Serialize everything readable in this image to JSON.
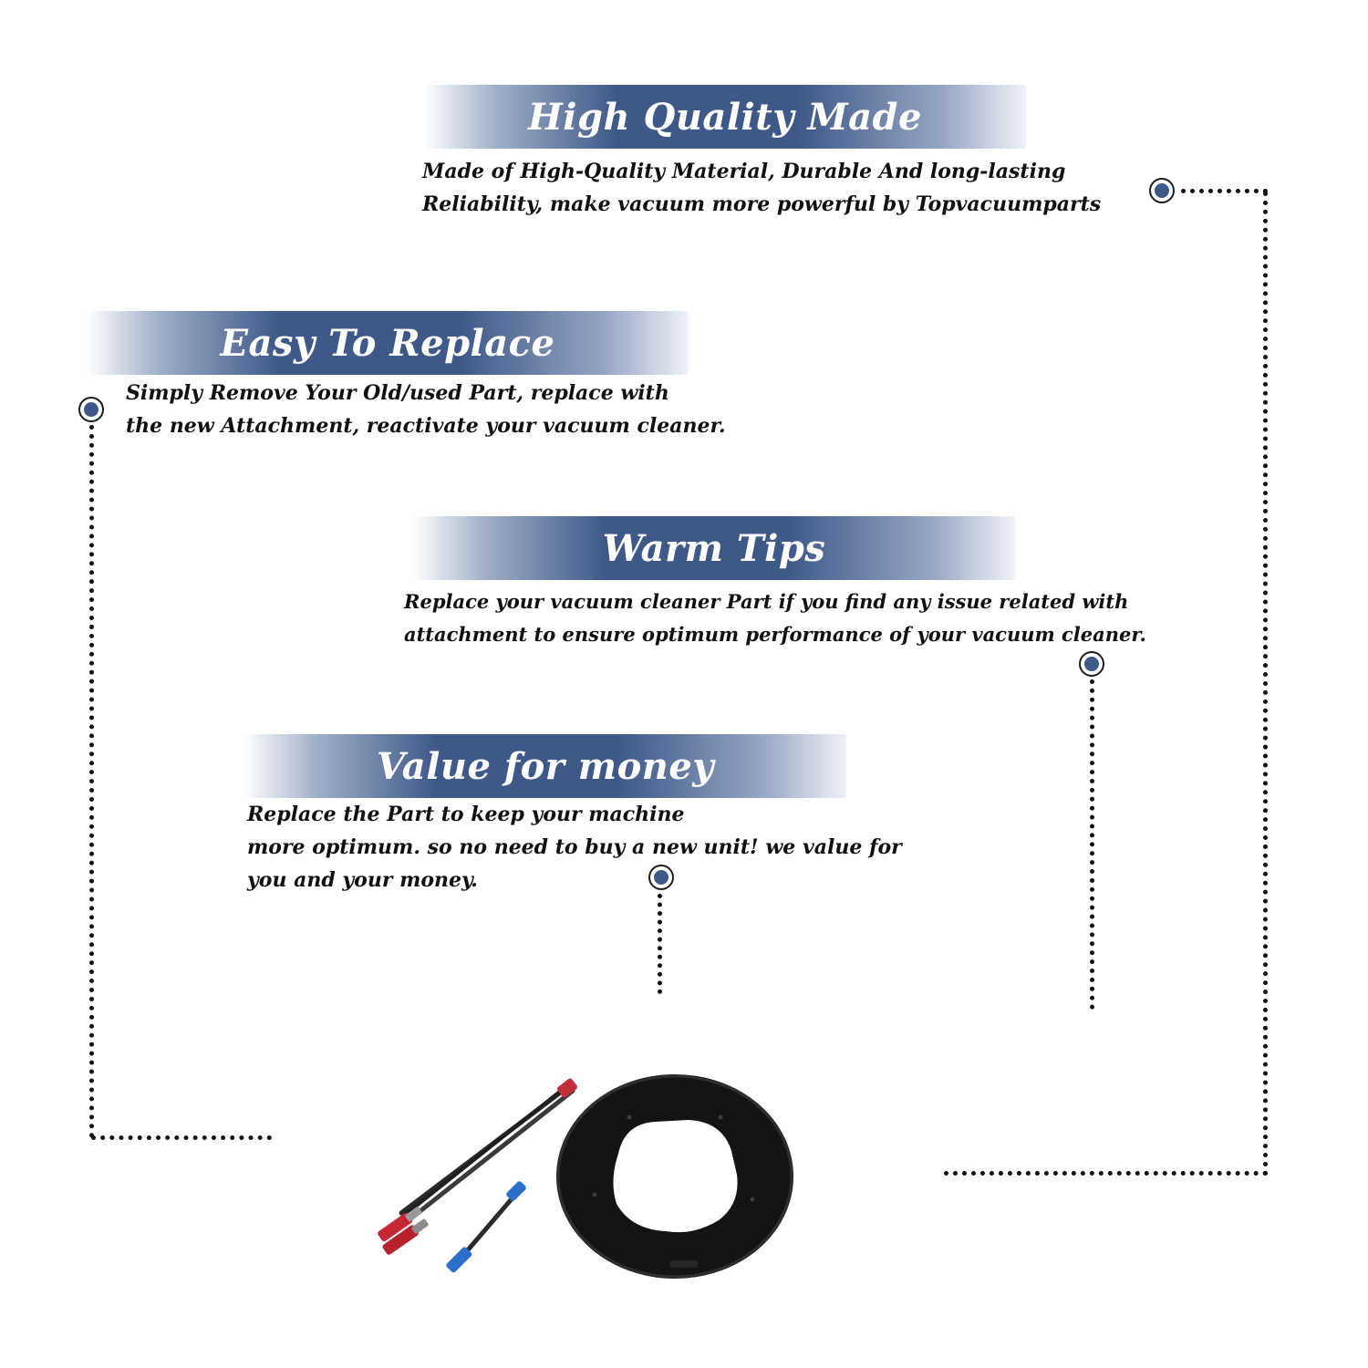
{
  "sections": [
    {
      "title": "High Quality Made",
      "lines": [
        "Made of  High-Quality Material, Durable And long-lasting",
        "Reliability, make vacuum more powerful by Topvacuumparts"
      ]
    },
    {
      "title": "Easy To Replace",
      "lines": [
        "Simply Remove Your Old/used Part, replace with",
        "the new Attachment, reactivate your vacuum cleaner."
      ]
    },
    {
      "title": "Warm Tips",
      "lines": [
        "Replace your vacuum cleaner Part if you find any issue related with",
        " attachment to ensure optimum performance of your vacuum cleaner."
      ]
    },
    {
      "title": "Value for money",
      "lines": [
        "Replace the Part to keep your machine",
        "more optimum. so no need to buy a new unit! we value for",
        "you and your money."
      ]
    }
  ],
  "colors": {
    "banner": "#3e5888",
    "text": "#111111",
    "marker": "#3e5888"
  },
  "product_image": {
    "items": [
      "wire-harness-red-icon",
      "wire-harness-blue-icon",
      "rubber-ring-gasket-icon"
    ]
  }
}
